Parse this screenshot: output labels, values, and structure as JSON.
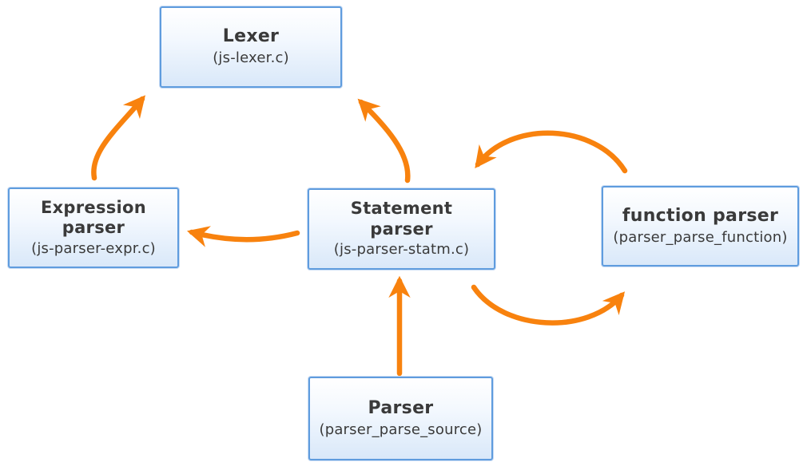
{
  "diagram": {
    "background": "#FFFFFF",
    "colors": {
      "box_border": "#5F9CDE",
      "box_fill_top": "#FFFFFF",
      "box_fill_bottom": "#D9E8F9",
      "text": "#3A3A3A",
      "arrow": "#F8820E"
    },
    "nodes": [
      {
        "id": "lexer",
        "title": "Lexer",
        "subtitle": "(js-lexer.c)"
      },
      {
        "id": "expression-parser",
        "title": "Expression\nparser",
        "subtitle": "(js-parser-expr.c)"
      },
      {
        "id": "statement-parser",
        "title": "Statement\nparser",
        "subtitle": "(js-parser-statm.c)"
      },
      {
        "id": "function-parser",
        "title": "function parser",
        "subtitle": "(parser_parse_function)"
      },
      {
        "id": "parser",
        "title": "Parser",
        "subtitle": "(parser_parse_source)"
      }
    ],
    "edges": [
      {
        "from": "expression-parser",
        "to": "lexer"
      },
      {
        "from": "statement-parser",
        "to": "lexer"
      },
      {
        "from": "function-parser",
        "to": "statement-parser"
      },
      {
        "from": "statement-parser",
        "to": "function-parser"
      },
      {
        "from": "statement-parser",
        "to": "expression-parser"
      },
      {
        "from": "parser",
        "to": "statement-parser"
      }
    ]
  }
}
